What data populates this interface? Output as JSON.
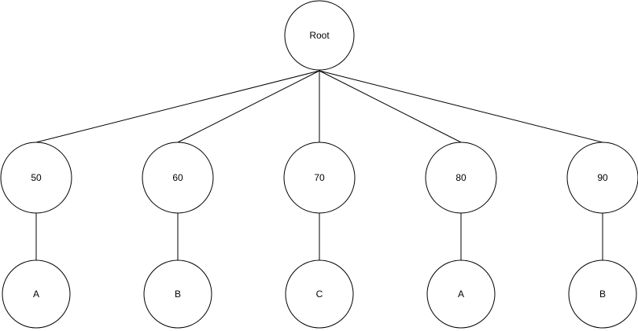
{
  "diagram": {
    "type": "tree",
    "background_color": "#ffffff",
    "stroke_color": "#000000",
    "text_color": "#000000",
    "root": {
      "label": "Root"
    },
    "level1": [
      {
        "label": "50"
      },
      {
        "label": "60"
      },
      {
        "label": "70"
      },
      {
        "label": "80"
      },
      {
        "label": "90"
      }
    ],
    "level2": [
      {
        "label": "A"
      },
      {
        "label": "B"
      },
      {
        "label": "C"
      },
      {
        "label": "A"
      },
      {
        "label": "B"
      }
    ],
    "edges": [
      {
        "from": "Root",
        "to": "50"
      },
      {
        "from": "Root",
        "to": "60"
      },
      {
        "from": "Root",
        "to": "70"
      },
      {
        "from": "Root",
        "to": "80"
      },
      {
        "from": "Root",
        "to": "90"
      },
      {
        "from": "50",
        "to": "A"
      },
      {
        "from": "60",
        "to": "B"
      },
      {
        "from": "70",
        "to": "C"
      },
      {
        "from": "80",
        "to": "A"
      },
      {
        "from": "90",
        "to": "B"
      }
    ]
  }
}
